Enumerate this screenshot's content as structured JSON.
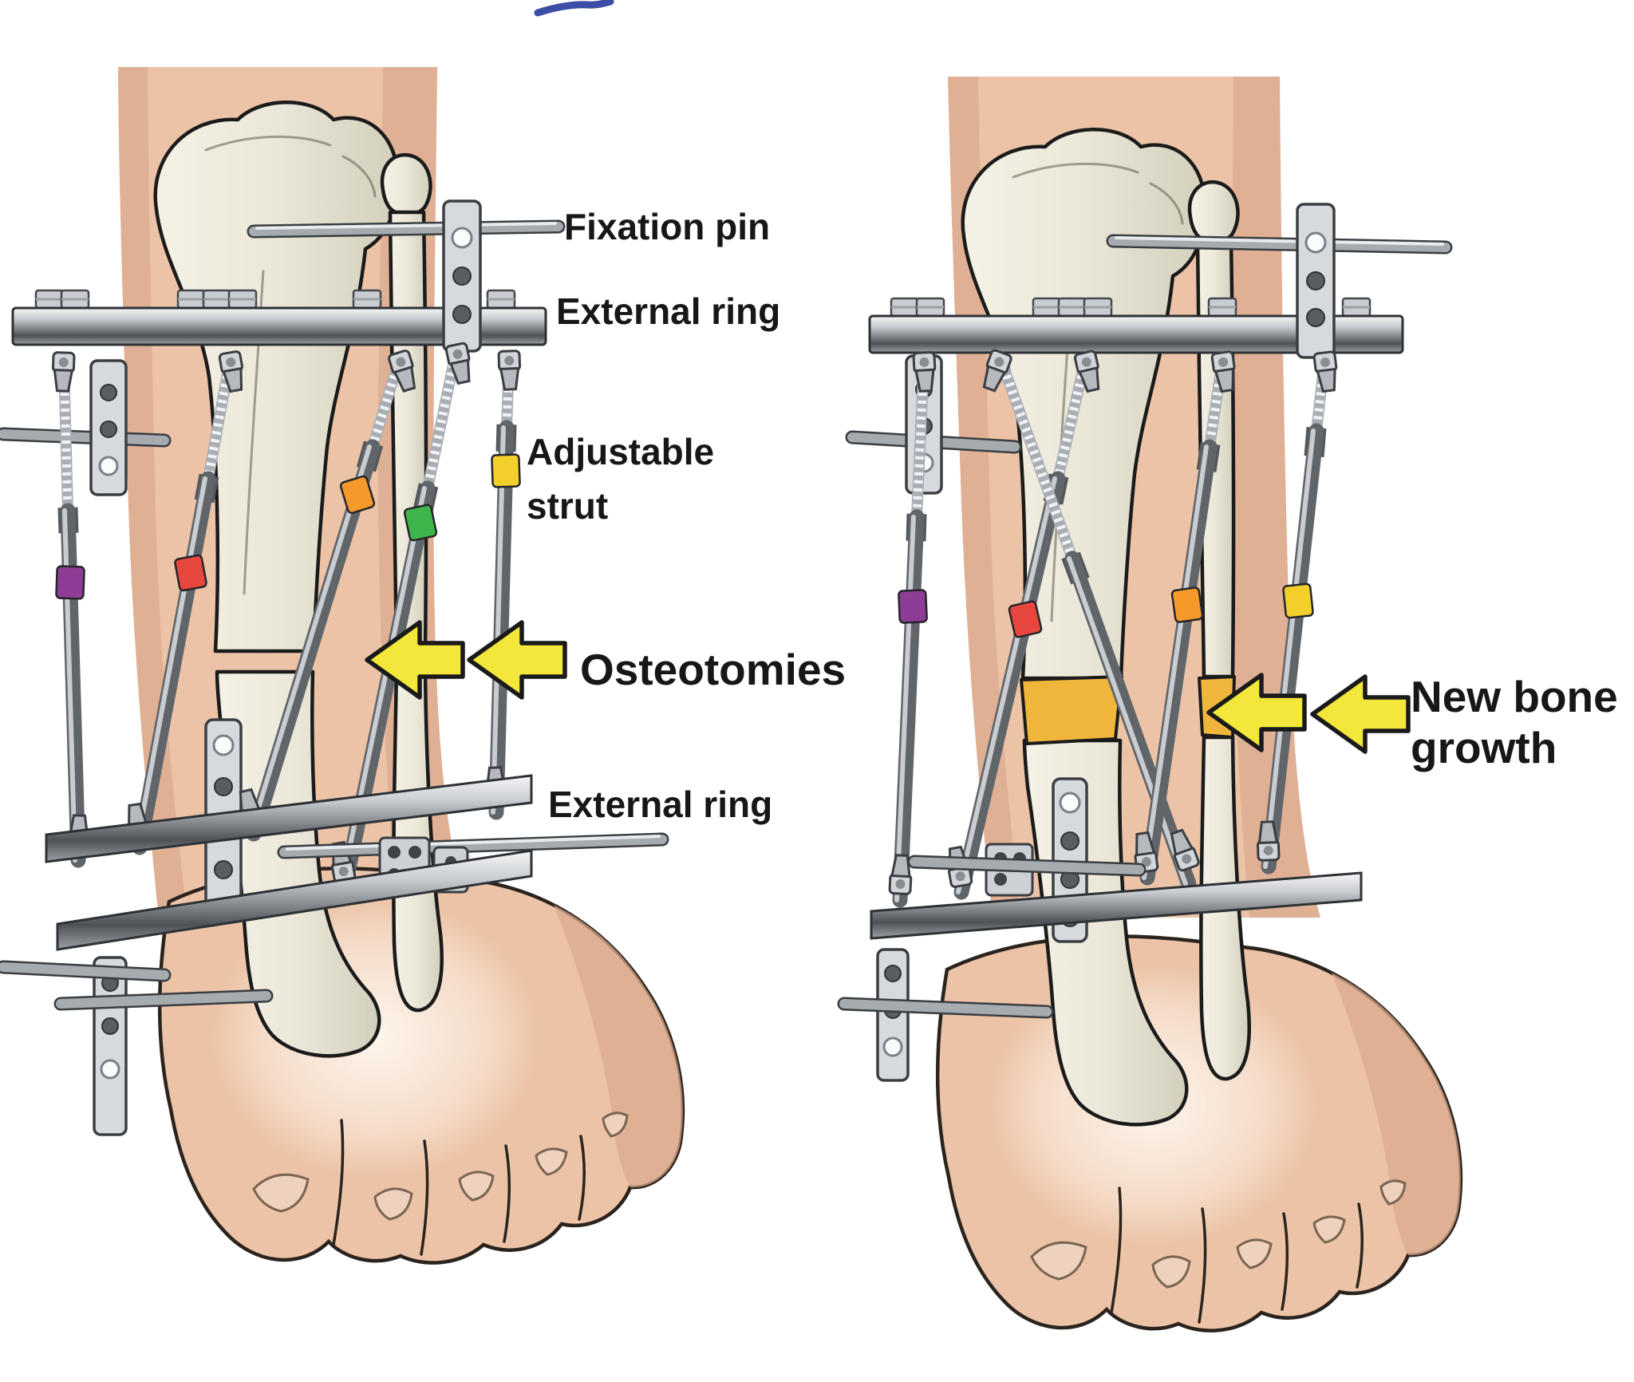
{
  "page": {
    "background": "#ffffff",
    "subject": "External ring fixator on two lower legs: left panel shows osteotomies, right panel shows new bone growth"
  },
  "labels": {
    "fixation_pin": "Fixation pin",
    "external_ring_top": "External ring",
    "adjustable_strut_line1": "Adjustable",
    "adjustable_strut_line2": "strut",
    "osteotomies": "Osteotomies",
    "external_ring_bottom": "External ring",
    "new_bone_growth_line1": "New bone",
    "new_bone_growth_line2": "growth"
  },
  "colors": {
    "background": "#ffffff",
    "label_text": "#171717",
    "arrow_yellow": "#f2e73a",
    "arrow_outline": "#1a1a1a",
    "new_bone": "#f0b63c",
    "skin": "#ecc3a6",
    "skin_shadow": "#d9a98c",
    "bone": "#ece8da",
    "metal_light": "#e9ebed",
    "metal_dark": "#55595e",
    "pen_ink": "#3c4da6",
    "strut_bands": {
      "purple": "#8e3d96",
      "red": "#e8473e",
      "orange": "#f59a2a",
      "green": "#3db54a",
      "yellow": "#f2cf2a"
    }
  },
  "panels": {
    "left": {
      "name": "post-osteotomy leg with frame",
      "strut_band_order": [
        "purple",
        "red",
        "orange",
        "green",
        "yellow"
      ]
    },
    "right": {
      "name": "distraction leg with new bone growth",
      "strut_band_order": [
        "purple",
        "red",
        "orange",
        "yellow"
      ]
    }
  }
}
